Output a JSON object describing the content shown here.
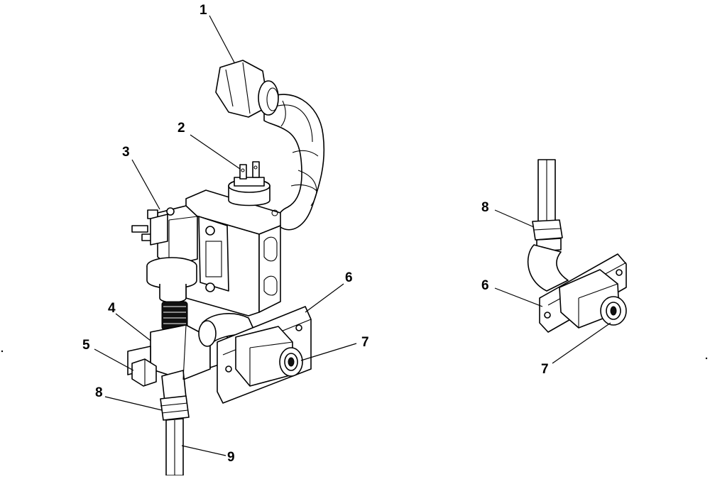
{
  "callouts": {
    "c1": "1",
    "c2": "2",
    "c3": "3",
    "c4": "4",
    "c5": "5",
    "c6_main": "6",
    "c7_main": "7",
    "c8_main": "8",
    "c9": "9",
    "c6_detail": "6",
    "c7_detail": "7",
    "c8_detail": "8"
  }
}
